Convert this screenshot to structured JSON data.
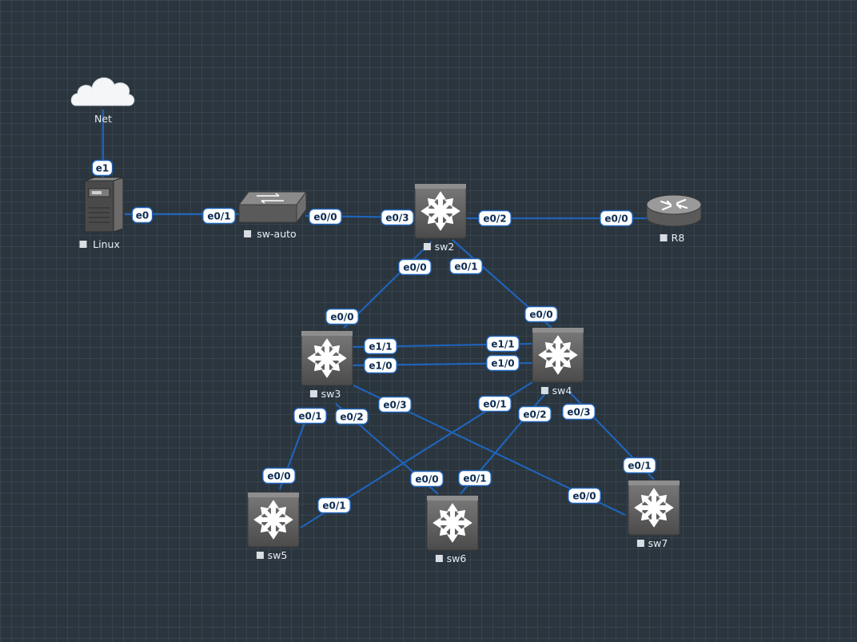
{
  "nodes": [
    {
      "id": "net",
      "name": "Net",
      "icon": "cloud-icon"
    },
    {
      "id": "linux",
      "name": "Linux",
      "icon": "server-icon"
    },
    {
      "id": "swauto",
      "name": "sw-auto",
      "icon": "switch-icon"
    },
    {
      "id": "sw2",
      "name": "sw2",
      "icon": "multilayer-switch-icon"
    },
    {
      "id": "r8",
      "name": "R8",
      "icon": "router-icon"
    },
    {
      "id": "sw3",
      "name": "sw3",
      "icon": "multilayer-switch-icon"
    },
    {
      "id": "sw4",
      "name": "sw4",
      "icon": "multilayer-switch-icon"
    },
    {
      "id": "sw5",
      "name": "sw5",
      "icon": "multilayer-switch-icon"
    },
    {
      "id": "sw6",
      "name": "sw6",
      "icon": "multilayer-switch-icon"
    },
    {
      "id": "sw7",
      "name": "sw7",
      "icon": "multilayer-switch-icon"
    }
  ],
  "links": [
    {
      "a": "net",
      "a_if": "",
      "b": "linux",
      "b_if": "e1"
    },
    {
      "a": "linux",
      "a_if": "e0",
      "b": "swauto",
      "b_if": "e0/1"
    },
    {
      "a": "swauto",
      "a_if": "e0/0",
      "b": "sw2",
      "b_if": "e0/3"
    },
    {
      "a": "sw2",
      "a_if": "e0/2",
      "b": "r8",
      "b_if": "e0/0"
    },
    {
      "a": "sw2",
      "a_if": "e0/0",
      "b": "sw3",
      "b_if": "e0/0"
    },
    {
      "a": "sw2",
      "a_if": "e0/1",
      "b": "sw4",
      "b_if": "e0/0"
    },
    {
      "a": "sw3",
      "a_if": "e1/1",
      "b": "sw4",
      "b_if": "e1/1"
    },
    {
      "a": "sw3",
      "a_if": "e1/0",
      "b": "sw4",
      "b_if": "e1/0"
    },
    {
      "a": "sw3",
      "a_if": "e0/1",
      "b": "sw5",
      "b_if": "e0/0"
    },
    {
      "a": "sw3",
      "a_if": "e0/2",
      "b": "sw6",
      "b_if": "e0/0"
    },
    {
      "a": "sw3",
      "a_if": "e0/3",
      "b": "sw7",
      "b_if": "e0/0"
    },
    {
      "a": "sw4",
      "a_if": "e0/1",
      "b": "sw5",
      "b_if": "e0/1"
    },
    {
      "a": "sw4",
      "a_if": "e0/2",
      "b": "sw6",
      "b_if": "e0/1"
    },
    {
      "a": "sw4",
      "a_if": "e0/3",
      "b": "sw7",
      "b_if": "e0/1"
    }
  ],
  "colors": {
    "background": "#2b353e",
    "link": "#1f63b8",
    "label_text": "#0d2c52",
    "node_text": "#e8edf1"
  }
}
